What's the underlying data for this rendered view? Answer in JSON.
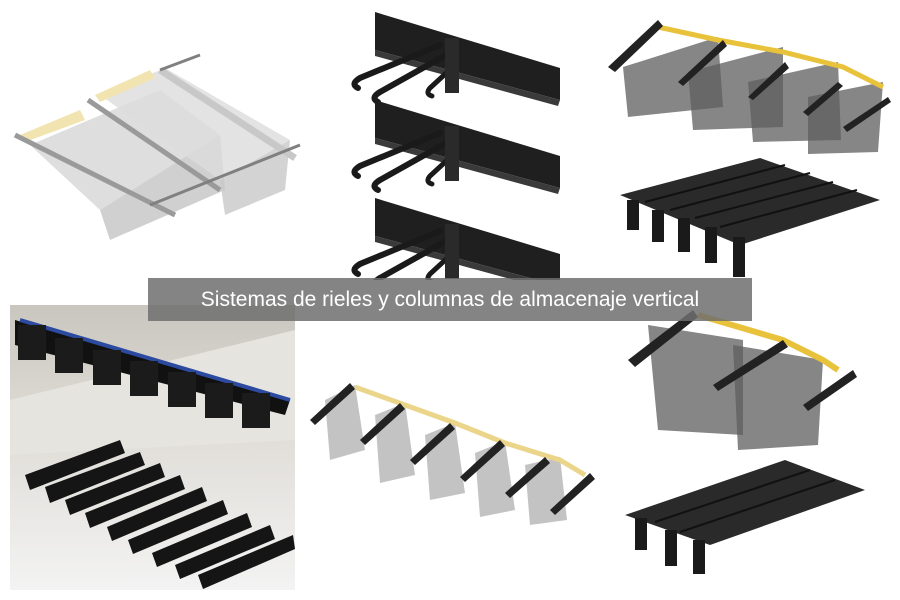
{
  "caption": {
    "text": "Sistemas de rieles y columnas de almacenaje vertical"
  },
  "products": [
    {
      "id": "overhead-bin-rails-silver",
      "description": "Overhead silver ceiling rails holding translucent bins with yellow lids"
    },
    {
      "id": "wall-hook-rails",
      "description": "Three black wall rails with double J-hooks"
    },
    {
      "id": "overhead-bin-rails-black-4",
      "description": "Black overhead rails holding four translucent bins with yellow lids"
    },
    {
      "id": "black-slotted-rail-set-5",
      "description": "Set of five black slotted mounting rails"
    },
    {
      "id": "garage-ceiling-photo",
      "description": "Photo of ceiling-mounted black bins with blue lids and row of black rails"
    },
    {
      "id": "overhead-bin-rails-5",
      "description": "Overhead black rails holding five gray bins with yellow lids"
    },
    {
      "id": "overhead-bin-rails-black-2",
      "description": "Black overhead rails holding two translucent bins with yellow lids"
    },
    {
      "id": "black-slotted-rail-set-3",
      "description": "Set of three black slotted mounting rails"
    }
  ],
  "colors": {
    "banner_bg": "#6e6e6e",
    "banner_text": "#ffffff",
    "rail_black": "#1e1e1e",
    "bin_gray": "#b9b9b9",
    "lid_yellow": "#e8c23a",
    "lid_blue": "#2b4aa0",
    "rail_silver": "#cfd2d4"
  }
}
